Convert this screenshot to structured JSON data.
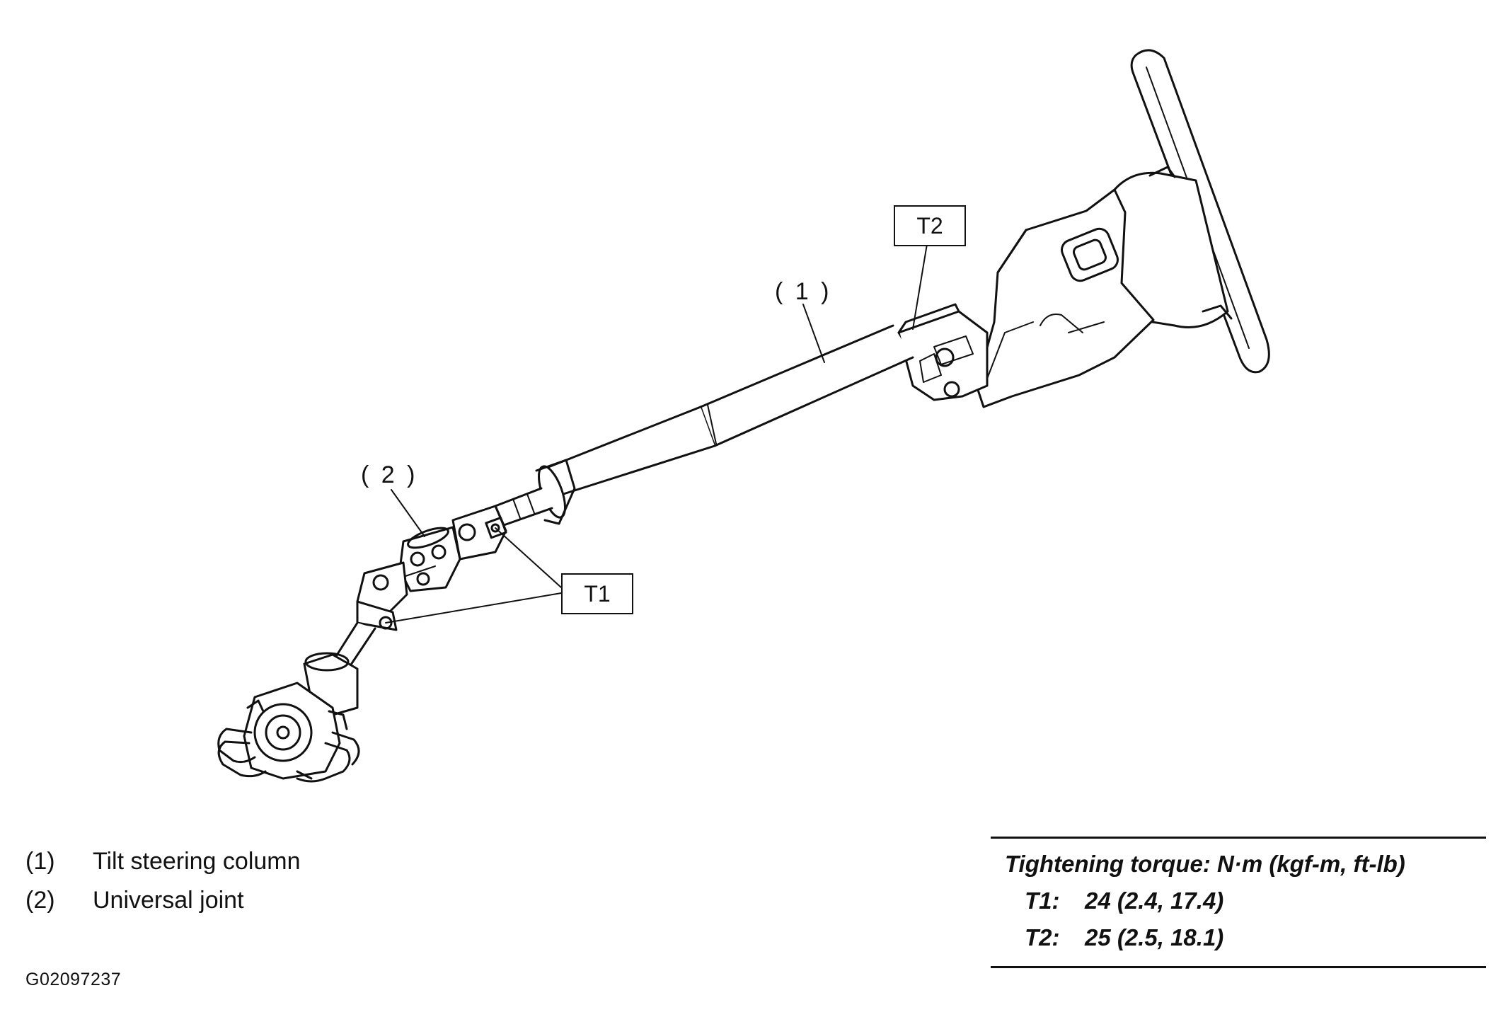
{
  "callouts": {
    "c1": "( 1 )",
    "c2": "( 2 )",
    "t1": "T1",
    "t2": "T2"
  },
  "legend": [
    {
      "num": "(1)",
      "label": "Tilt steering column"
    },
    {
      "num": "(2)",
      "label": "Universal joint"
    }
  ],
  "torque": {
    "title": "Tightening torque: N·m (kgf-m, ft-lb)",
    "rows": [
      {
        "key": "T1:",
        "value": "24 (2.4, 17.4)"
      },
      {
        "key": "T2:",
        "value": "25 (2.5, 18.1)"
      }
    ]
  },
  "reference_code": "G02097237"
}
